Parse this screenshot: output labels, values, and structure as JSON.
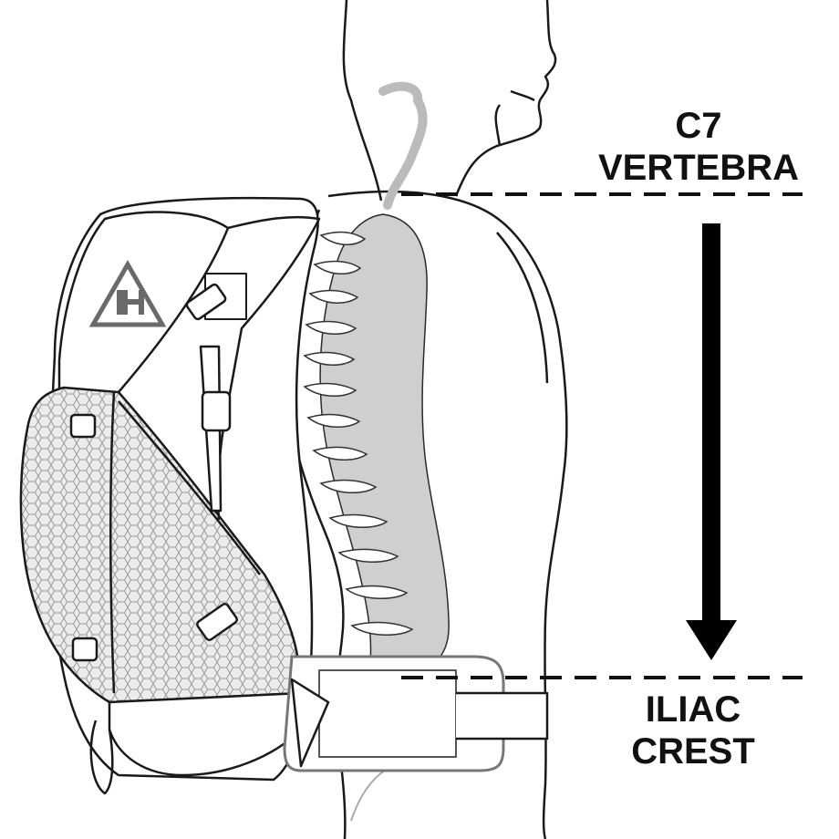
{
  "labels": {
    "top": {
      "line1": "C7",
      "line2": "VERTEBRA"
    },
    "bottom": {
      "line1": "ILIAC",
      "line2": "CREST"
    }
  },
  "colors": {
    "line": "#1a1a1a",
    "spine_fill": "#cfcfcf",
    "mesh_fill": "#e6e6e6",
    "background": "#ffffff",
    "arrow": "#000000"
  },
  "icons": {
    "brand_logo": "triangle-logo-icon",
    "arrow": "down-arrow-icon"
  }
}
